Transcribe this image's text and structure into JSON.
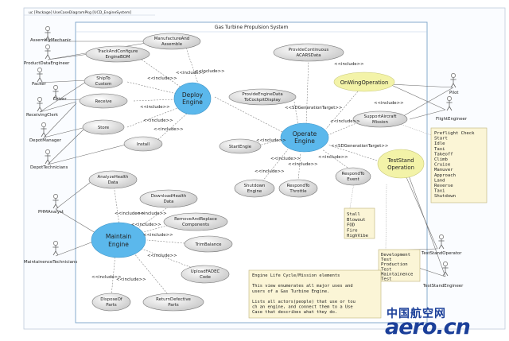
{
  "header": {
    "tab_label": "uc [Package] UseCaseDiagramPkg [UCD_EngineSystem]"
  },
  "system": {
    "title": "Gas Turbine Propulsion System"
  },
  "actors": {
    "assembly_mechanic": "AssemblyMechanic",
    "product_data_engineer": "ProductDataEngineer",
    "packer": "Packer",
    "driver": "Driver",
    "receiving_clerk": "ReceivingClerk",
    "depot_manager": "DepotManager",
    "depot_technicians": "DepotTechnicians",
    "phm_analyst": "PHMAnalyst",
    "maintenance_technicians": "MaintainenceTechnicians",
    "pilot": "Pilot",
    "flight_engineer": "FlightEngineer",
    "teststand_operator": "TestStandOperator",
    "teststand_engineer": "TestStandEngineer"
  },
  "usecases": {
    "manufacture_and_assemble": "ManufactureAnd Assemble",
    "track_and_configure": "TrackAndConfigure EngineBOM",
    "ship_to_custom": "ShipTo Custom",
    "receive": "Receive",
    "store": "Store",
    "install": "Install",
    "deploy_engine": "Deploy Engine",
    "provide_continuous_acars": "ProvideContinuous ACARSData",
    "on_wing_operation": "OnWingOperation",
    "provide_engine_data": "ProvideEngineData ToCockpitDisplay",
    "support_aircraft_mission": "SupportAircraft Mission",
    "operate_engine": "Operate Engine",
    "start_engine": "StartEngie",
    "teststand_operation": "TestStand Operation",
    "shutdown_engine": "Shutdown Engine",
    "respond_to_throttle": "RespondTo Throttle",
    "respond_to_event": "RespondTo Event",
    "analyze_health_data": "AnalyzeHealth Data",
    "download_health_data": "DownloadHealth Data",
    "remove_and_replace": "RemoveAndReplace Components",
    "maintain_engine": "Maintain Engine",
    "trim_balance": "TrimBalance",
    "upload_fadec": "UploadFADEC Code",
    "dispose_of_parts": "DisposeOf Parts",
    "return_defective": "ReturnDefective Parts"
  },
  "relations": {
    "include": "<<include>>",
    "sdg_target": "<<SDGenerationTarget>>"
  },
  "notes": {
    "flight_phases": [
      "Preflight Check",
      "Start",
      "Idle",
      "Taxi",
      "Takeoff",
      "Climb",
      "Cruise",
      "Manuver",
      "Approach",
      "Land",
      "Reverse",
      "Taxi",
      "Shutdown"
    ],
    "events": [
      "Stall",
      "Blowout",
      "FOD",
      "Fire",
      "HighVibe"
    ],
    "test_kinds": [
      "Development",
      "Test",
      "Production",
      "Test",
      "Maintainence",
      "Test"
    ],
    "lifecycle": [
      "Engine Life Cycle/Mission elements",
      "",
      "This view enumerates all major uses and",
      "users of a Gas Turbine Engine.",
      "",
      "Lists all actors(people) that use or tou",
      "ch an engine, and connect them to a Use",
      "Case that describes what they do."
    ]
  },
  "watermark": {
    "cn": "中国航空网",
    "en": "aero.cn"
  },
  "colors": {
    "accent_blue": "#5bb8ec",
    "accent_yellow": "#f3f3a8",
    "note_fill": "#fbf5d6",
    "usecase_fill": "#e6e6e6",
    "frame": "#7aa2c8"
  }
}
